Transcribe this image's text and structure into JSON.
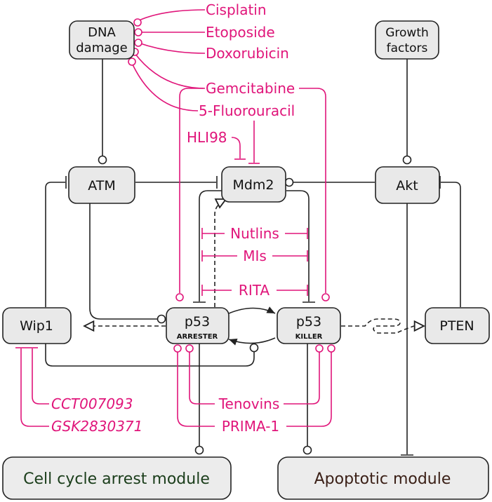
{
  "nodes": {
    "dna_damage": {
      "line1": "DNA",
      "line2": "damage"
    },
    "growth_factors": {
      "line1": "Growth",
      "line2": "factors"
    },
    "atm": {
      "label": "ATM"
    },
    "mdm2": {
      "label": "Mdm2"
    },
    "akt": {
      "label": "Akt"
    },
    "wip1": {
      "label": "Wip1"
    },
    "p53_arrester": {
      "label": "p53",
      "sublabel": "ARRESTER"
    },
    "p53_killer": {
      "label": "p53",
      "sublabel": "KILLER"
    },
    "pten": {
      "label": "PTEN"
    },
    "cell_cycle": {
      "label": "Cell cycle arrest module"
    },
    "apoptotic": {
      "label": "Apoptotic module"
    }
  },
  "drugs": {
    "cisplatin": "Cisplatin",
    "etoposide": "Etoposide",
    "doxorubicin": "Doxorubicin",
    "gemcitabine": "Gemcitabine",
    "fluorouracil": "5-Fluorouracil",
    "hli98": "HLI98",
    "nutlins": "Nutlins",
    "mis": "MIs",
    "rita": "RITA",
    "tenovins": "Tenovins",
    "prima1": "PRIMA-1",
    "cct": "CCT007093",
    "gsk": "GSK2830371"
  },
  "colors": {
    "drug": "#e0157a",
    "node_fill": "#e9e9e9",
    "edge": "#222222",
    "cell_cycle_text": "#1a3d1a"
  }
}
